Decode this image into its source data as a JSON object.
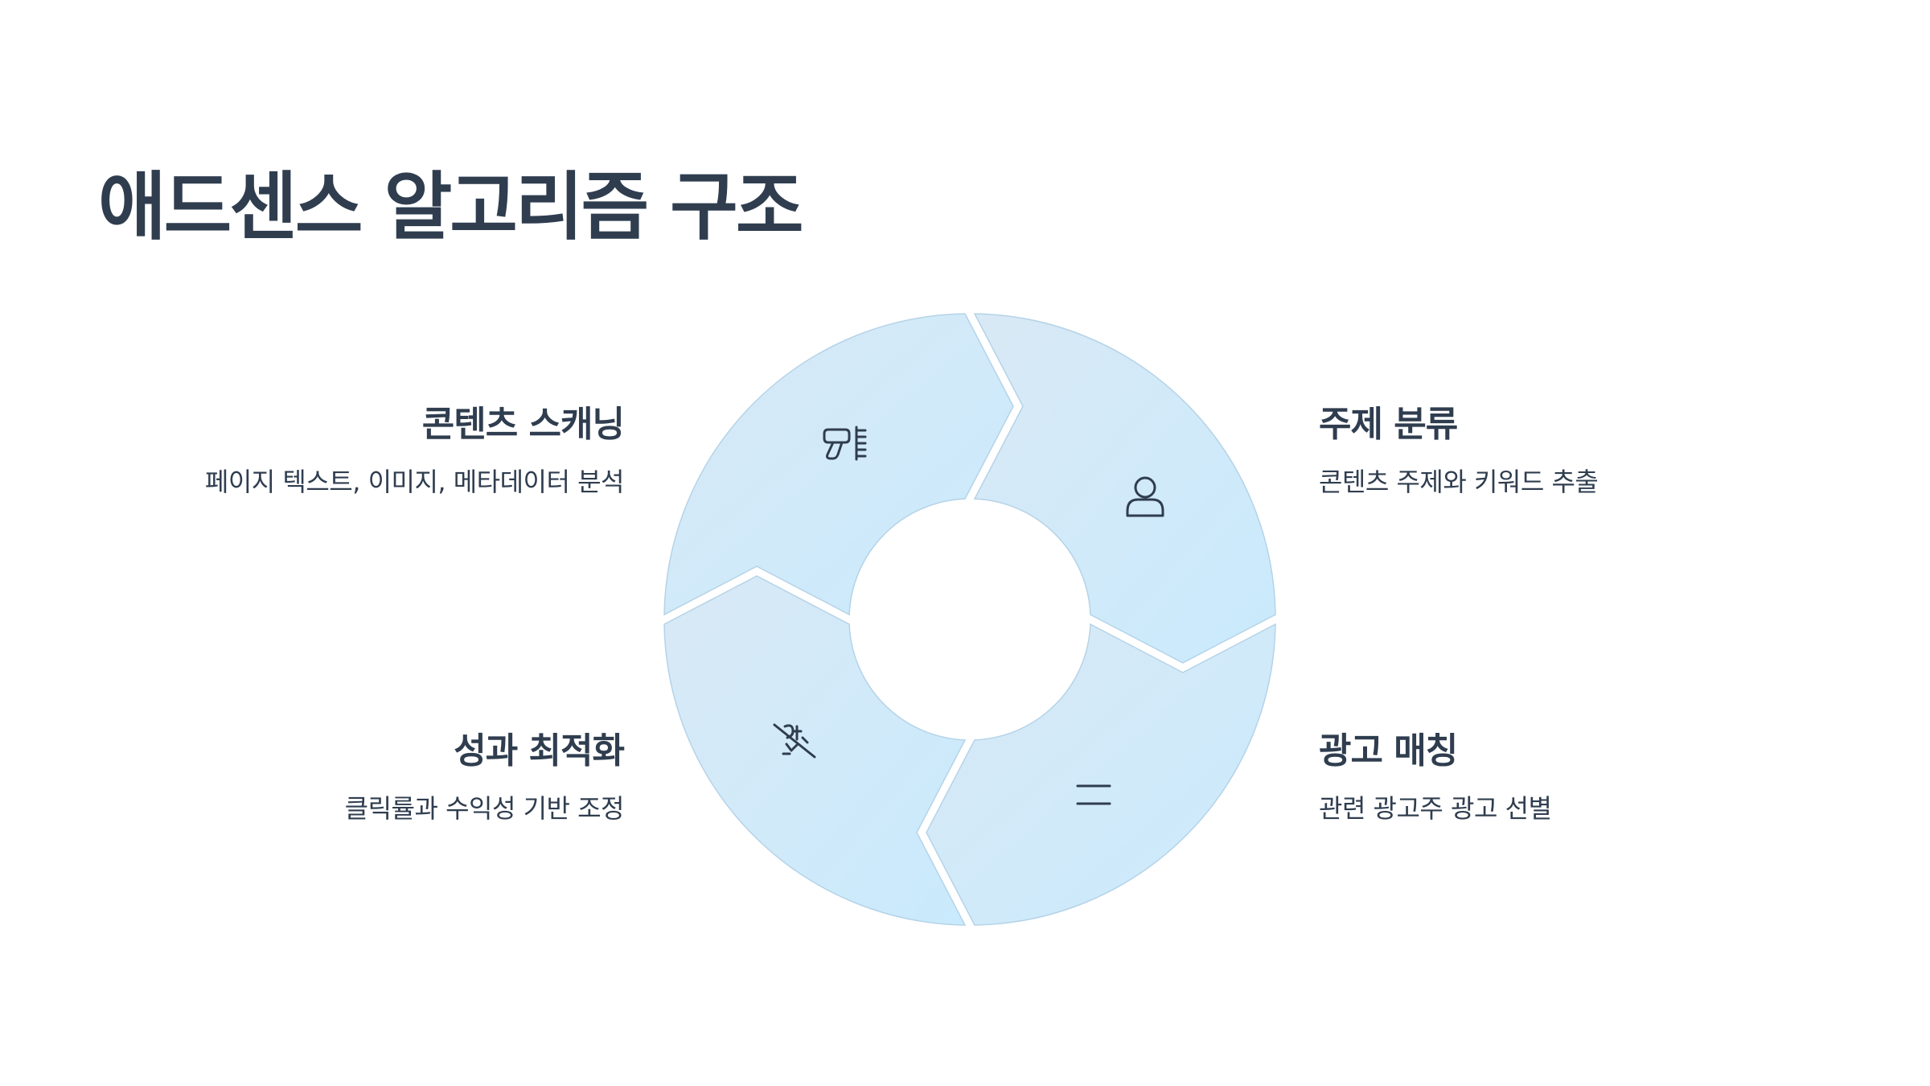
{
  "title": "애드센스 알고리즘 구조",
  "steps": [
    {
      "title": "콘텐츠 스캐닝",
      "desc": "페이지 텍스트, 이미지, 메타데이터 분석",
      "icon": "scanner-icon"
    },
    {
      "title": "주제 분류",
      "desc": "콘텐츠 주제와 키워드 추출",
      "icon": "person-icon"
    },
    {
      "title": "광고 매칭",
      "desc": "관련 광고주 광고 선별",
      "icon": "equals-icon"
    },
    {
      "title": "성과 최적화",
      "desc": "클릭률과 수익성 기반 조정",
      "icon": "crossed-chart-icon"
    }
  ],
  "colors": {
    "text": "#2f3d4f",
    "segment_light": "#d6e8f6",
    "segment_accent": "#cce9fc",
    "segment_stroke": "#b5d3e8",
    "icon": "#2f3d4f"
  }
}
